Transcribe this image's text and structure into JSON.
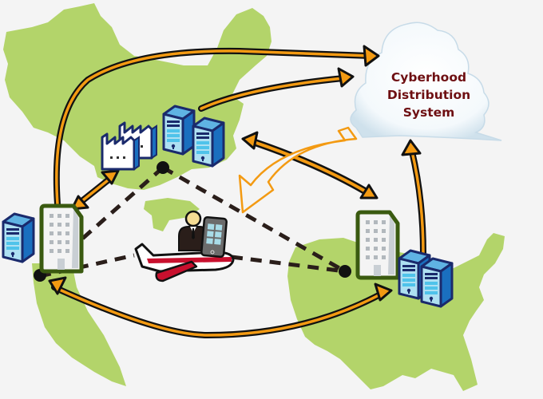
{
  "diagram": {
    "title": "Cyberhood Distribution System",
    "cloud": {
      "lines": [
        "Cyberhood",
        "Distribution",
        "System"
      ],
      "text_color": "#6e0f12"
    },
    "regions": [
      {
        "name": "china-map",
        "color": "#b3d46a"
      },
      {
        "name": "taiwan-map",
        "color": "#b3d46a"
      },
      {
        "name": "usa-map",
        "color": "#b3d46a"
      }
    ],
    "nodes": [
      {
        "id": "china-site",
        "icons": [
          "factory",
          "server",
          "server"
        ]
      },
      {
        "id": "taiwan-site",
        "icons": [
          "office-building",
          "server"
        ]
      },
      {
        "id": "usa-site",
        "icons": [
          "office-building",
          "server",
          "server"
        ]
      },
      {
        "id": "mobile-user",
        "icons": [
          "person",
          "smartphone",
          "airplane"
        ]
      },
      {
        "id": "cloud",
        "icons": [
          "cloud"
        ]
      }
    ],
    "connections": [
      {
        "from": "taiwan-site",
        "to": "cloud",
        "style": "solid-arrow"
      },
      {
        "from": "china-site",
        "to": "cloud",
        "style": "solid-arrow"
      },
      {
        "from": "usa-site",
        "to": "cloud",
        "style": "solid-arrow"
      },
      {
        "from": "china-site",
        "to": "taiwan-site",
        "style": "double-arrow"
      },
      {
        "from": "china-site",
        "to": "usa-site",
        "style": "double-arrow"
      },
      {
        "from": "taiwan-site",
        "to": "usa-site",
        "style": "double-arrow"
      },
      {
        "from": "cloud",
        "to": "mobile-user",
        "style": "outline-arrow"
      },
      {
        "from": "mobile-user",
        "to": "china-site",
        "style": "dashed"
      },
      {
        "from": "mobile-user",
        "to": "taiwan-site",
        "style": "dashed"
      },
      {
        "from": "mobile-user",
        "to": "usa-site",
        "style": "dashed"
      }
    ],
    "colors": {
      "background": "#f4f4f4",
      "land": "#b3d46a",
      "arrow": "#f39a12",
      "server_blue": "#1a6fbf",
      "server_dark": "#1a2a6c",
      "building_outline": "#3a5a10",
      "plane_red": "#c8102e"
    }
  }
}
